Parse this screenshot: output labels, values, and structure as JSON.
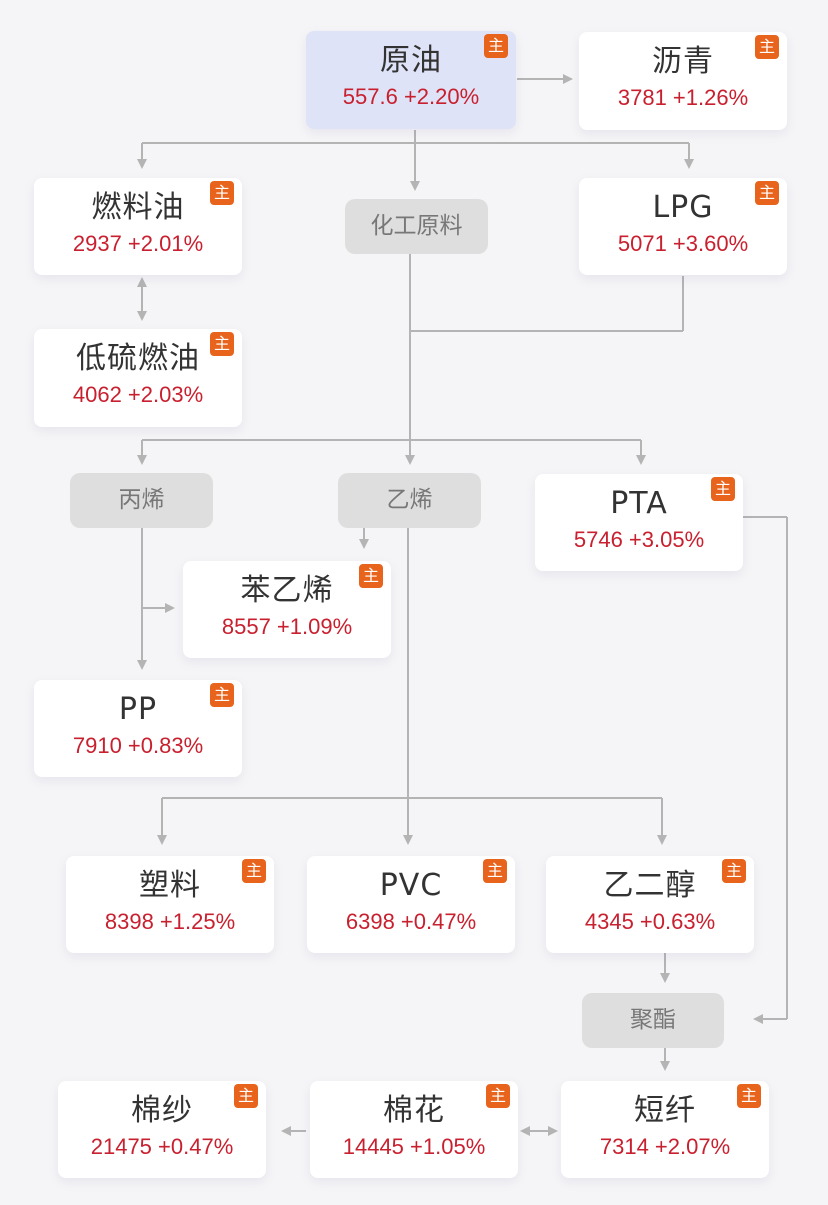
{
  "colors": {
    "background": "#f5f5f7",
    "card": "#ffffff",
    "highlight_card": "#dfe3f7",
    "quote_text": "#c8202f",
    "badge": "#e8641c",
    "category_bg": "#dedede",
    "line": "#b4b4b4"
  },
  "badge_label": "主",
  "nodes": {
    "crude_oil": {
      "name": "原油",
      "quote": "557.6 +2.20%"
    },
    "asphalt": {
      "name": "沥青",
      "quote": "3781 +1.26%"
    },
    "fuel_oil": {
      "name": "燃料油",
      "quote": "2937 +2.01%"
    },
    "lpg": {
      "name": "LPG",
      "quote": "5071 +3.60%"
    },
    "low_sulfur_fuel": {
      "name": "低硫燃油",
      "quote": "4062 +2.03%"
    },
    "pta": {
      "name": "PTA",
      "quote": "5746 +3.05%"
    },
    "styrene": {
      "name": "苯乙烯",
      "quote": "8557 +1.09%"
    },
    "pp": {
      "name": "PP",
      "quote": "7910 +0.83%"
    },
    "plastic": {
      "name": "塑料",
      "quote": "8398 +1.25%"
    },
    "pvc": {
      "name": "PVC",
      "quote": "6398 +0.47%"
    },
    "ethylene_glycol": {
      "name": "乙二醇",
      "quote": "4345 +0.63%"
    },
    "cotton_yarn": {
      "name": "棉纱",
      "quote": "21475 +0.47%"
    },
    "cotton": {
      "name": "棉花",
      "quote": "14445 +1.05%"
    },
    "staple_fiber": {
      "name": "短纤",
      "quote": "7314 +2.07%"
    }
  },
  "categories": {
    "chemical_raw": "化工原料",
    "propylene": "丙烯",
    "ethylene": "乙烯",
    "polyester": "聚酯"
  }
}
